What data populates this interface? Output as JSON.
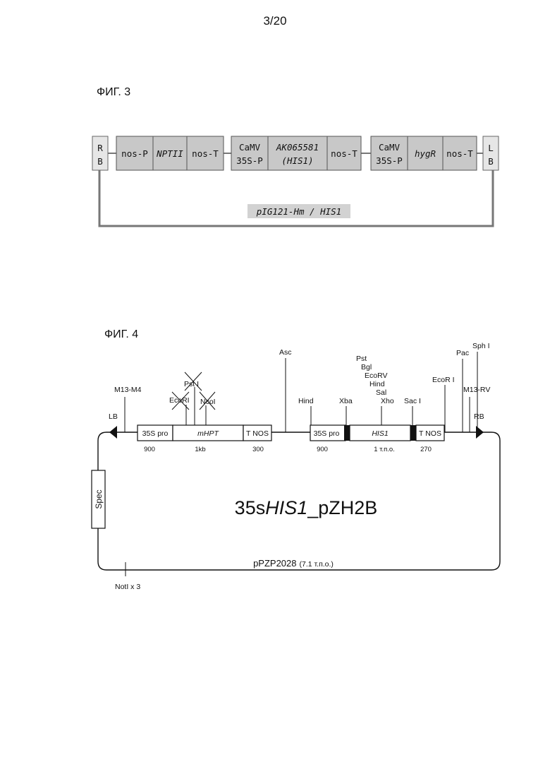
{
  "page": {
    "number": "3/20"
  },
  "fig3": {
    "label": "ФИГ. 3",
    "rb": [
      "R",
      "B"
    ],
    "lb": [
      "L",
      "B"
    ],
    "blocks": [
      {
        "lines": [
          "nos-P"
        ],
        "italic": false
      },
      {
        "lines": [
          "NPTII"
        ],
        "italic": true
      },
      {
        "lines": [
          "nos-T"
        ],
        "italic": false
      },
      {
        "lines": [
          "CaMV",
          "35S-P"
        ],
        "italic": false
      },
      {
        "lines": [
          "AK065581",
          "(HIS1)"
        ],
        "italic": true
      },
      {
        "lines": [
          "nos-T"
        ],
        "italic": false
      },
      {
        "lines": [
          "CaMV",
          "35S-P"
        ],
        "italic": false
      },
      {
        "lines": [
          "hygR"
        ],
        "italic": true
      },
      {
        "lines": [
          "nos-T"
        ],
        "italic": false
      }
    ],
    "plasmid": "pIG121-Hm / HIS1"
  },
  "fig4": {
    "label": "ФИГ. 4",
    "title_prefix": "35s",
    "title_gene": "HIS1",
    "title_suffix": "_pZH2B",
    "backbone": "pPZP2028",
    "backbone_size": "(7.1 т.п.о.)",
    "spec": "Spec",
    "notI": "NotI x 3",
    "lb": "LB",
    "rb": "RB",
    "segments": {
      "s35_1": "35S pro",
      "mhpt": "mHPT",
      "tnos1": "T NOS",
      "s35_2": "35S pro",
      "his1": "HIS1",
      "tnos2": "T NOS"
    },
    "sizes": [
      "900",
      "1kb",
      "300",
      "900",
      "1 т.п.о.",
      "270"
    ],
    "sites": {
      "m13m4": "M13-M4",
      "psti": "Pst I",
      "ecori_x": "EcoRI",
      "ncoi": "NcoI",
      "asc": "Asc",
      "hind": "Hind",
      "xba": "Xba",
      "cluster": [
        "Pst",
        "Bgl",
        "EcoRV",
        "Hind",
        "Sal",
        "Xho"
      ],
      "saci": "Sac I",
      "ecori2": "EcoR I",
      "pac": "Pac",
      "sphi": "Sph I",
      "m13rv": "M13-RV"
    }
  }
}
